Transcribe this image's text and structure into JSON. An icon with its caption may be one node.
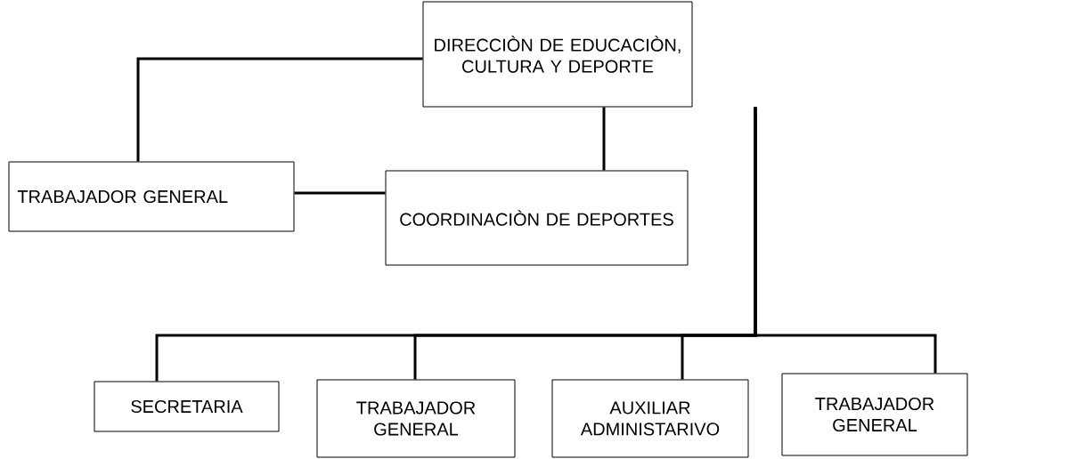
{
  "diagram": {
    "nodes": [
      {
        "text": [
          "DIRECCIÒN DE EDUCACIÒN, CULTURA Y DEPORTE"
        ]
      },
      {
        "text": [
          "TRABAJADOR GENERAL"
        ]
      },
      {
        "text": [
          "COORDINACIÒN DE DEPORTES"
        ]
      },
      {
        "text": [
          "SECRETARIA"
        ]
      },
      {
        "text": [
          "TRABAJADOR GENERAL"
        ]
      },
      {
        "text": [
          "AUXILIAR ADMINISTARIVO"
        ]
      },
      {
        "text": [
          "TRABAJADOR GENERAL"
        ]
      }
    ],
    "edges": [
      {
        "from": 0,
        "to": 1,
        "arrow": "none"
      },
      {
        "from": 0,
        "to": 2,
        "arrow": "none"
      },
      {
        "from": 1,
        "to": 2,
        "arrow": "none"
      },
      {
        "from": 0,
        "to": 3,
        "arrow": "none"
      },
      {
        "from": 0,
        "to": 4,
        "arrow": "none"
      },
      {
        "from": 0,
        "to": 5,
        "arrow": "none"
      },
      {
        "from": 0,
        "to": 6,
        "arrow": "none"
      }
    ]
  }
}
